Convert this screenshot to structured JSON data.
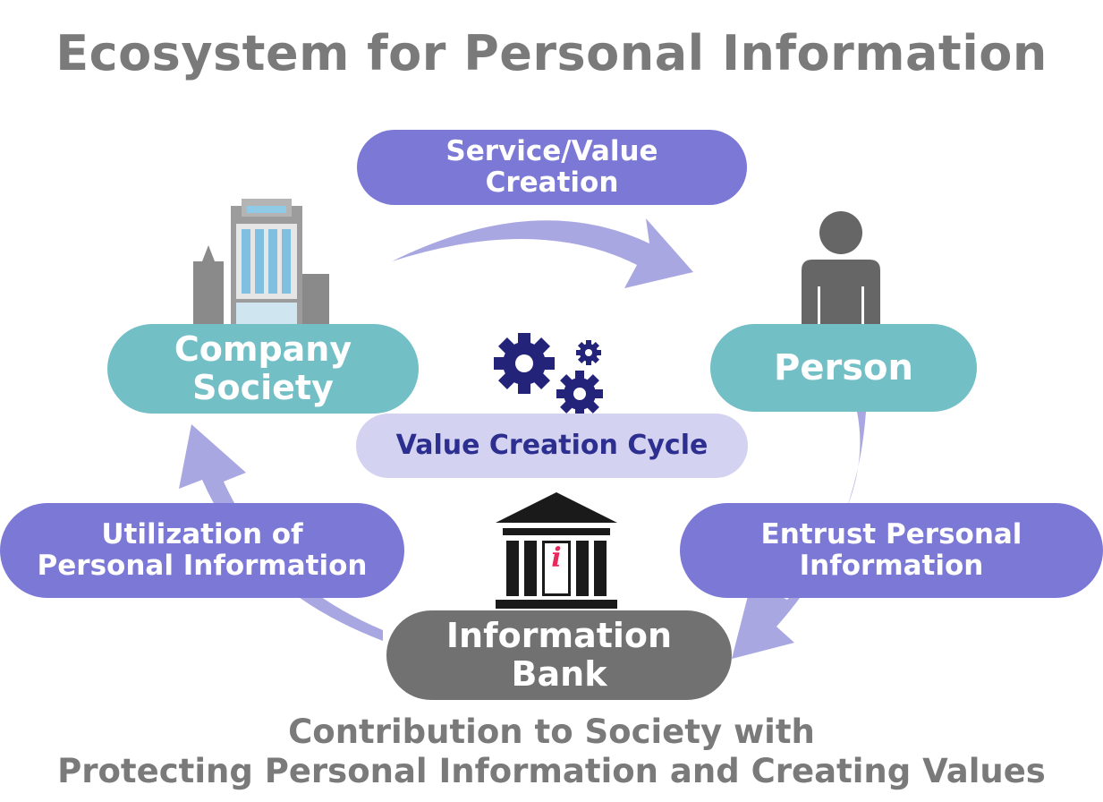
{
  "title": "Ecosystem for Personal Information",
  "nodes": {
    "company": {
      "line1": "Company",
      "line2": "Society"
    },
    "person": {
      "label": "Person"
    },
    "bank": {
      "line1": "Information",
      "line2": "Bank"
    },
    "center": {
      "label": "Value Creation Cycle"
    }
  },
  "flows": {
    "service": {
      "line1": "Service/Value",
      "line2": "Creation"
    },
    "entrust": {
      "line1": "Entrust Personal",
      "line2": "Information"
    },
    "utilization": {
      "line1": "Utilization of",
      "line2": "Personal Information"
    }
  },
  "footer": {
    "line1": "Contribution to Society with",
    "line2": "Protecting Personal Information and Creating Values"
  },
  "bank_icon_letter": "i",
  "colors": {
    "title_text": "#7a7a7a",
    "flow_pill": "#7b78d6",
    "arrow": "#a9a7e2",
    "node_pill": "#72bfc6",
    "bank_pill": "#717171",
    "center_pill": "#d3d2f1",
    "center_text": "#2c2f8f",
    "gears": "#23237a",
    "person_icon": "#666666",
    "bank_icon": "#1a1a1a",
    "bank_icon_accent": "#e8285a"
  },
  "icons": [
    "building-icon",
    "person-icon",
    "gears-icon",
    "bank-building-icon"
  ]
}
